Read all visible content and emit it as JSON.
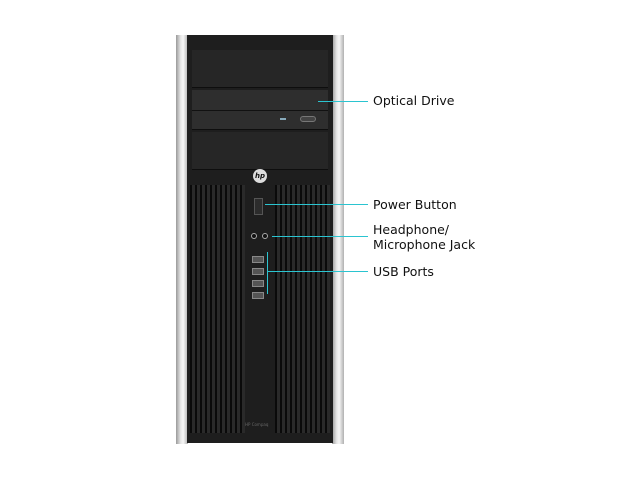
{
  "labels": {
    "optical_drive": "Optical Drive",
    "power_button": "Power Button",
    "jack_line1": "Headphone/",
    "jack_line2": "Microphone Jack",
    "usb_ports": "USB Ports"
  },
  "logo": "hp",
  "brand_text": "HP Compaq",
  "accent_color": "#2bc4d0"
}
